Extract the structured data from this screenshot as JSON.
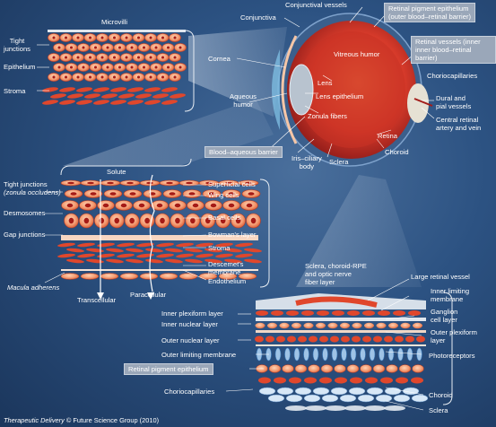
{
  "corneal_inset": {
    "microvilli": "Microvilli",
    "tight_junctions": "Tight\njunctions",
    "epithelium": "Epithelium",
    "stroma": "Stroma"
  },
  "eye": {
    "conjunctival_vessels": "Conjunctival vessels",
    "conjunctiva": "Conjunctiva",
    "cornea": "Cornea",
    "aqueous_humor": "Aqueous\nhumor",
    "blood_aqueous_barrier": "Blood–aqueous barrier",
    "iris_ciliary_body": "Iris–ciliary\nbody",
    "sclera": "Sclera",
    "choroid": "Choroid",
    "retina": "Retina",
    "central_retinal": "Central retinal\nartery and vein",
    "dural_pial": "Dural and\npial vessels",
    "choriocapillaries": "Choriocapillaries",
    "retinal_vessels_box": "Retinal vessels (inner\ninner blood–retinal barrier)",
    "rpe_box": "Retinal pigment epithelium\n(outer blood–retinal barrier)",
    "vitreous_humor": "Vitreous humor",
    "lens": "Lens",
    "lens_epithelium": "Lens epithelium",
    "zonula_fibers": "Zonula fibers"
  },
  "cornea_layers": {
    "solute": "Solute",
    "tight_junctions": "Tight junctions",
    "zonula_occludens": "(zonula occludens)",
    "desmosomes": "Desmosomes",
    "gap_junctions": "Gap junctions",
    "macula_adherens": "Macula adherens",
    "transcellular": "Transcellular",
    "paracellular": "Paracellular",
    "superficial_cells": "Superficial cells",
    "wing_cells": "Wing cells",
    "basal_cells": "Basal cells",
    "bowmans_layer": "Bowman's layer",
    "stroma": "Stroma",
    "descemets_membrane": "Descemet's\nmembrane",
    "endothelium": "Endothelium"
  },
  "retina_layers": {
    "sclera_choroid_rpe": "Sclera, choroid-RPE\nand optic nerve\nfiber layer",
    "large_retinal_vessel": "Large retinal vessel",
    "inner_limiting_membrane": "Inner limiting\nmembrane",
    "ganglion_cell_layer": "Ganglion\ncell layer",
    "outer_plexiform_layer": "Outer plexiform\nlayer",
    "photoreceptors": "Photoreceptors",
    "choroid": "Choroid",
    "sclera": "Sclera",
    "inner_plexiform_layer": "Inner plexiform layer",
    "inner_nuclear_layer": "Inner nuclear layer",
    "outer_nuclear_layer": "Outer nuclear layer",
    "outer_limiting_membrane": "Outer limiting membrane",
    "retinal_pigment_epithelium": "Retinal pigment epithelium",
    "choriocapillaries": "Choriocapillaries"
  },
  "footer": {
    "journal": "Therapeutic Delivery",
    "copyright": " © Future Science Group (2010)"
  },
  "colors": {
    "background": "#2c5282",
    "cell_red": "#e0472c",
    "cell_light": "#f6b08a",
    "nucleus": "#a61b16",
    "retina_blue": "#9ec3e6",
    "label_box": "#9aa7b9"
  }
}
